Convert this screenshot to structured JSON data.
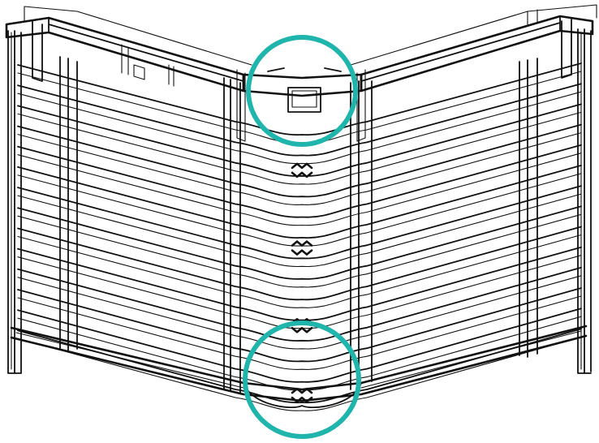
{
  "diagram": {
    "subject": "corner-venetian-blind",
    "line_color": "#111111",
    "background": "#ffffff",
    "highlight_color": "#1fb5ad",
    "slat_count": 14,
    "highlights": [
      {
        "name": "top-corner-connector-highlight"
      },
      {
        "name": "bottom-corner-rail-highlight"
      }
    ]
  }
}
